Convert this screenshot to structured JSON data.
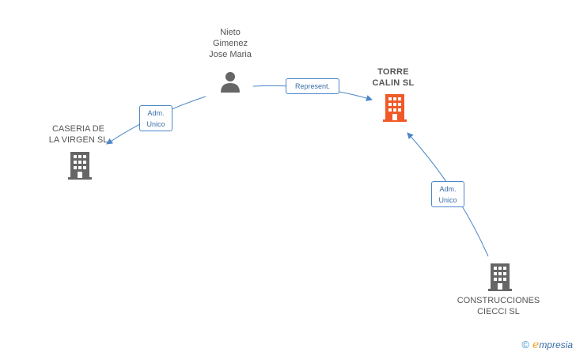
{
  "nodes": {
    "person": {
      "label": "Nieto\nGimenez\nJose Maria",
      "type": "person-icon"
    },
    "torre": {
      "label": "TORRE\nCALIN SL",
      "type": "building-icon",
      "color": "#f05a28"
    },
    "caseria": {
      "label": "CASERIA DE\nLA VIRGEN SL",
      "type": "building-icon",
      "color": "#666666"
    },
    "construcciones": {
      "label": "CONSTRUCCIONES\nCIECCI SL",
      "type": "building-icon",
      "color": "#666666"
    }
  },
  "edges": {
    "represent": "Represent.",
    "adm_caseria": "Adm.\nUnico",
    "adm_torre": "Adm.\nUnico"
  },
  "colors": {
    "edge": "#4a86c8",
    "accent": "#f05a28",
    "node_gray": "#666666"
  },
  "brand": {
    "copyright": "©",
    "initial": "e",
    "name": "mpresia"
  }
}
